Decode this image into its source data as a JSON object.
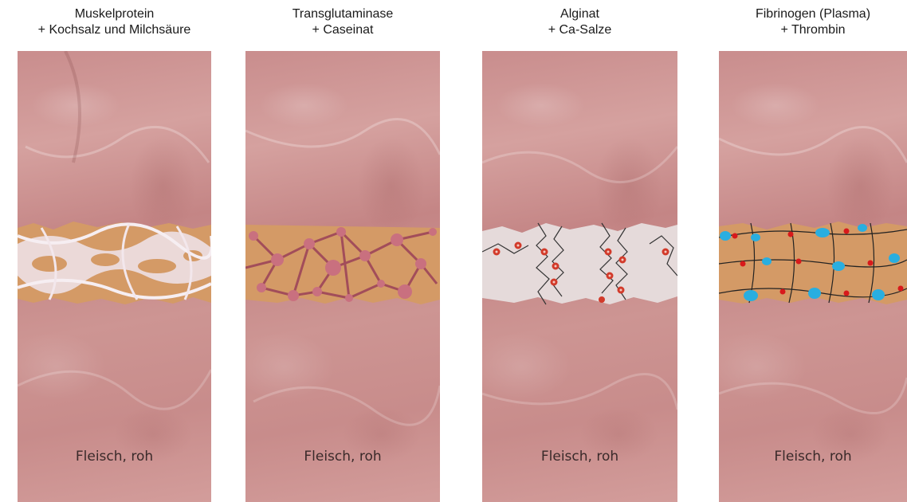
{
  "panels": [
    {
      "title_line1": "Muskelprotein",
      "title_line2": "+ Kochsalz und Milchsäure",
      "label": "Fleisch, roh",
      "binder": "muscle-protein-network"
    },
    {
      "title_line1": "Transglutaminase",
      "title_line2": "+ Caseinat",
      "label": "Fleisch, roh",
      "binder": "crosslinked-protein-lattice"
    },
    {
      "title_line1": "Alginat",
      "title_line2": "+ Ca-Salze",
      "label": "Fleisch, roh",
      "binder": "alginate-calcium-gel"
    },
    {
      "title_line1": "Fibrinogen (Plasma)",
      "title_line2": "+ Thrombin",
      "label": "Fleisch, roh",
      "binder": "fibrin-network"
    }
  ],
  "colors": {
    "meat": "#c98d8d",
    "meat_light": "#d5a19f",
    "band_tan": "#d49a66",
    "muscle_gel": "#ede0e4",
    "lattice": "#a24d5a",
    "alginate_gel": "#e5dada",
    "calcium": "#d23a2a",
    "fibrin_node": "#29aee0",
    "fibrin_red": "#d8191b"
  }
}
